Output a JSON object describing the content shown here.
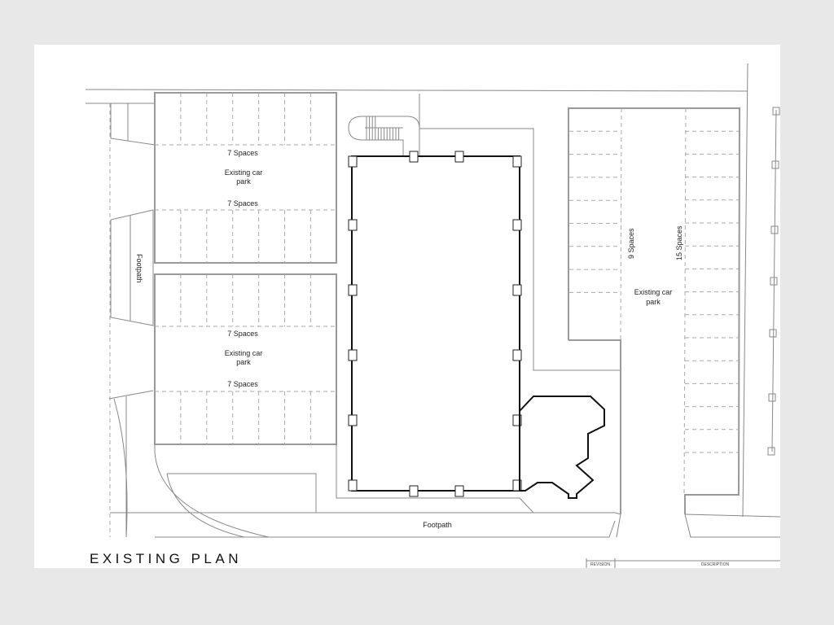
{
  "title": "EXISTING PLAN",
  "labels": {
    "car_park_1_top_spaces": "7 Spaces",
    "car_park_1_name_line1": "Existing car",
    "car_park_1_name_line2": "park",
    "car_park_1_bottom_spaces": "7 Spaces",
    "car_park_2_top_spaces": "7 Spaces",
    "car_park_2_name_line1": "Existing car",
    "car_park_2_name_line2": "park",
    "car_park_2_bottom_spaces": "7 Spaces",
    "footpath_left": "Footpath",
    "footpath_bottom": "Footpath",
    "car_park_3_left_spaces": "9 Spaces",
    "car_park_3_right_spaces": "15 Spaces",
    "car_park_3_name_line1": "Existing car",
    "car_park_3_name_line2": "park"
  },
  "title_block": {
    "revision_header": "REVISION",
    "description_header": "DESCRIPTION"
  }
}
